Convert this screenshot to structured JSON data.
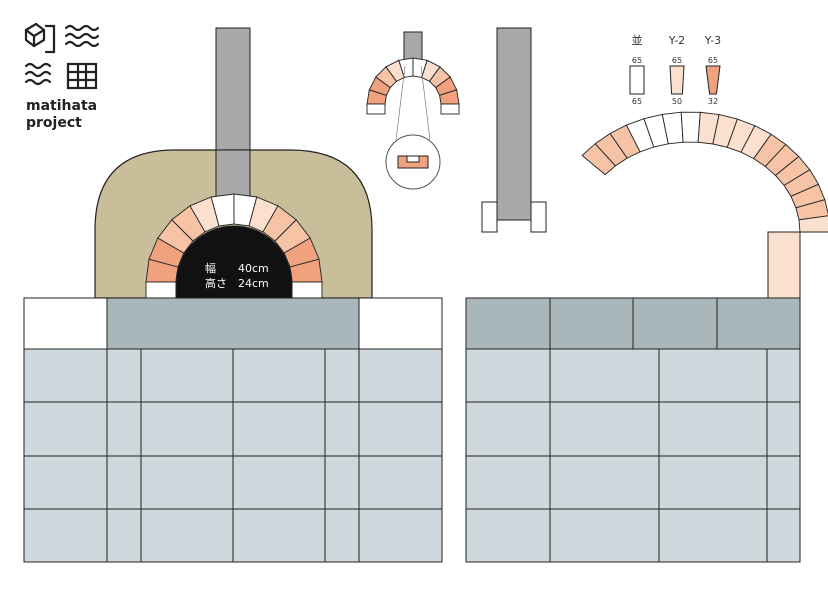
{
  "logo": {
    "line1": "matihata",
    "line2": "project"
  },
  "opening": {
    "width_label": "幅",
    "width_value": "40cm",
    "height_label": "高さ",
    "height_value": "24cm"
  },
  "brick_legend": [
    {
      "name": "並",
      "top": "65",
      "bottom": "65",
      "color": "#ffffff"
    },
    {
      "name": "Y-2",
      "top": "65",
      "bottom": "50",
      "color": "#fbe0d0"
    },
    {
      "name": "Y-3",
      "top": "65",
      "bottom": "32",
      "color": "#f0a27e"
    }
  ],
  "colors": {
    "dome": "#c8bf9a",
    "chimney": "#a8a8a8",
    "block": "#cfd8dc",
    "block_top": "#a9b7bb",
    "opening": "#111111",
    "brick_light": "#fbe0d0",
    "brick_mid": "#f6c3a6",
    "brick_dark": "#f0a27e",
    "outline": "#222222"
  }
}
